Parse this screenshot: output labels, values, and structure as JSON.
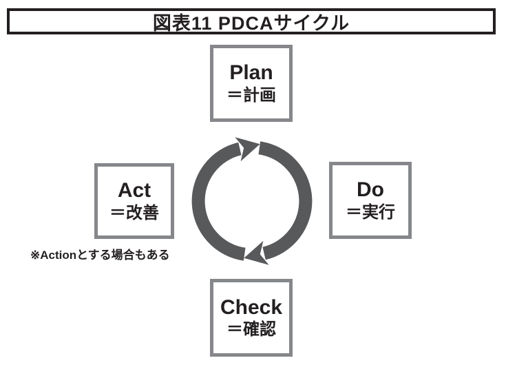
{
  "title": "図表11 PDCAサイクル",
  "colors": {
    "text": "#231f20",
    "title_border": "#231f20",
    "box_border": "#85878a",
    "arrow": "#58595b"
  },
  "cycle": {
    "direction": "clockwise",
    "nodes": [
      {
        "id": "plan",
        "en": "Plan",
        "jp": "＝計画"
      },
      {
        "id": "do",
        "en": "Do",
        "jp": "＝実行"
      },
      {
        "id": "check",
        "en": "Check",
        "jp": "＝確認"
      },
      {
        "id": "act",
        "en": "Act",
        "jp": "＝改善"
      }
    ],
    "note": "※Actionとする場合もある"
  }
}
